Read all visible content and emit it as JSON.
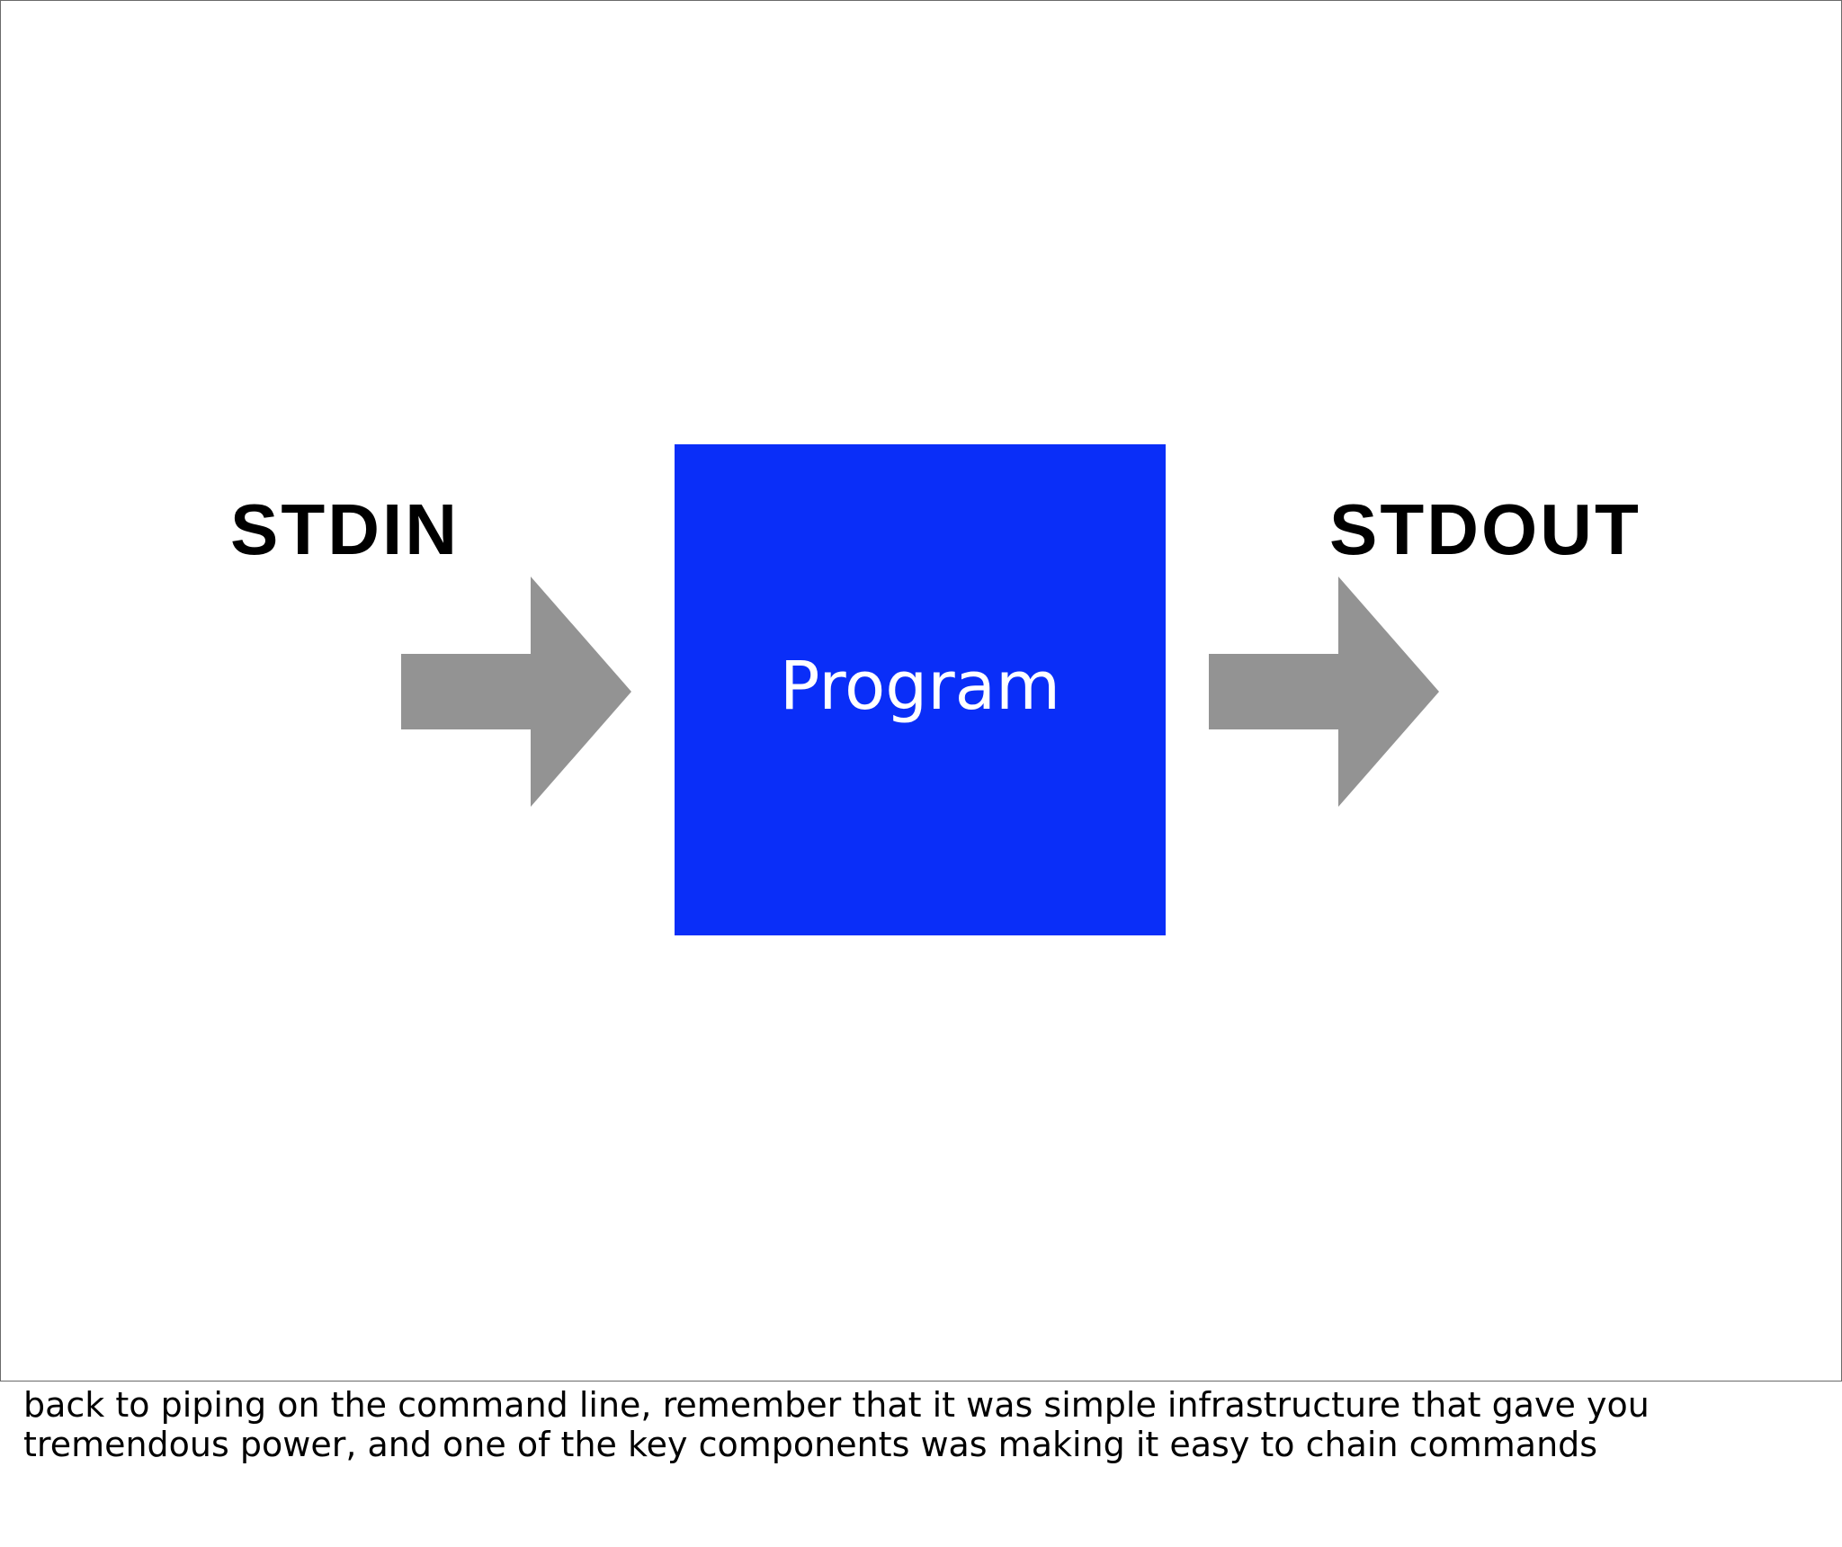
{
  "diagram": {
    "input_label": "STDIN",
    "output_label": "STDOUT",
    "process_label": "Program",
    "colors": {
      "process_fill": "#0a2ef8",
      "arrow_fill": "#939393",
      "label_text": "#000000",
      "process_text": "#ffffff"
    },
    "icons": {
      "input_arrow": "right-arrow-icon",
      "output_arrow": "right-arrow-icon"
    }
  },
  "notes": {
    "lines": [
      "back to piping on the command line, remember that it was simple infrastructure that gave you",
      "tremendous power, and one of the key components was making it easy to chain commands"
    ]
  }
}
